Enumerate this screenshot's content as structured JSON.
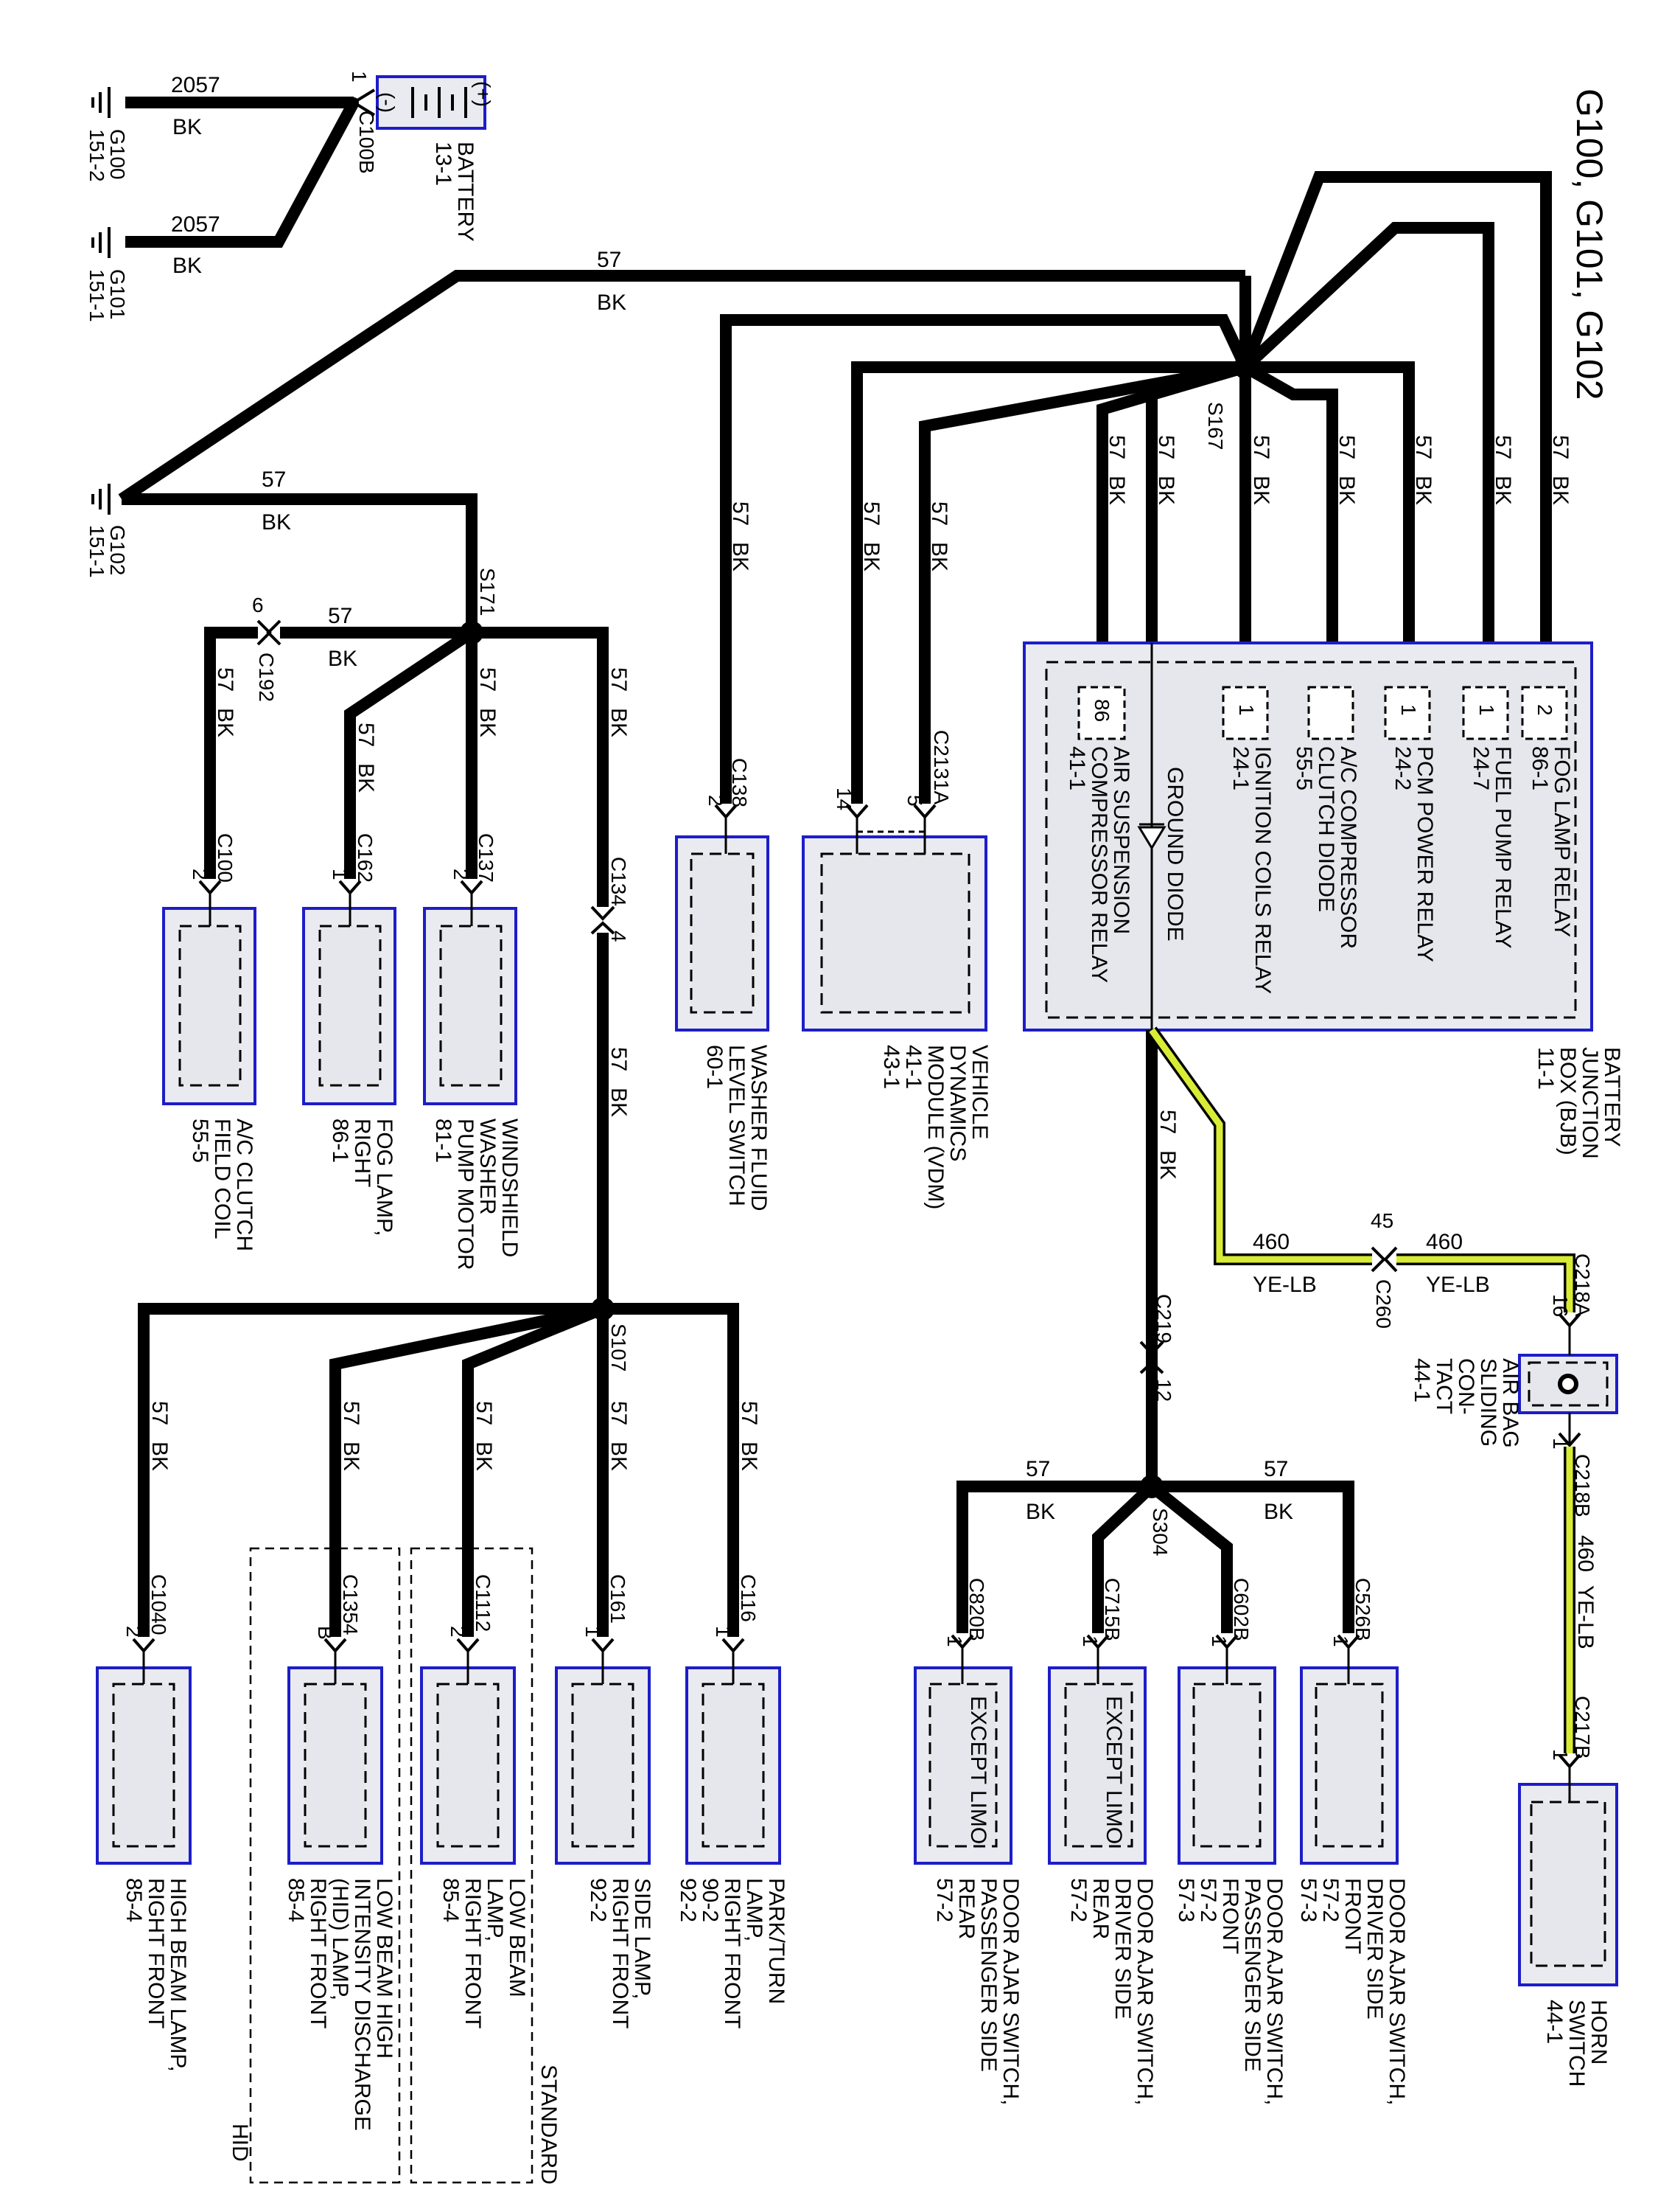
{
  "title": "G100, G101, G102",
  "grounds": [
    {
      "id": "G100",
      "ref": "151-2"
    },
    {
      "id": "G101",
      "ref": "151-1"
    },
    {
      "id": "G102",
      "ref": "151-1"
    }
  ],
  "battery": {
    "name": "BATTERY",
    "ref": "13-1",
    "pin": "1",
    "connector": "C100B",
    "minus": "(-)",
    "plus": "(+)"
  },
  "wires": {
    "w2057": "2057",
    "bk": "BK",
    "w57": "57",
    "w460": "460",
    "yelb": "YE-LB"
  },
  "splices": {
    "s167": "S167",
    "s171": "S171",
    "s107": "S107",
    "s304": "S304"
  },
  "bjb": {
    "name": [
      "BATTERY",
      "JUNCTION",
      "BOX (BJB)",
      "11-1"
    ],
    "items": [
      {
        "pin": "2",
        "label": "FOG LAMP RELAY",
        "ref": "86-1"
      },
      {
        "pin": "1",
        "label": "FUEL PUMP RELAY",
        "ref": "24-7"
      },
      {
        "pin": "1",
        "label": "PCM POWER RELAY",
        "ref": "24-2"
      },
      {
        "pin": "",
        "label": "A/C COMPRESSOR",
        "label2": "CLUTCH DIODE",
        "ref": "55-5"
      },
      {
        "pin": "1",
        "label": "IGNITION COILS RELAY",
        "ref": "24-1"
      },
      {
        "pin": "",
        "label": "GROUND DIODE",
        "ref": ""
      },
      {
        "pin": "86",
        "label": "AIR SUSPENSION",
        "label2": "COMPRESSOR RELAY",
        "ref": "41-1"
      }
    ]
  },
  "components": {
    "vdm": {
      "lines": [
        "VEHICLE",
        "DYNAMICS",
        "MODULE (VDM)",
        "41-1",
        "43-1"
      ],
      "connector": "C2131A",
      "pins": [
        "14",
        "5"
      ]
    },
    "washer_level": {
      "lines": [
        "WASHER FLUID",
        "LEVEL SWITCH",
        "60-1"
      ],
      "connector": "C138",
      "pin": "2"
    },
    "ac_clutch": {
      "lines": [
        "A/C CLUTCH",
        "FIELD COIL",
        "55-5"
      ],
      "connector": "C100",
      "pin": "2"
    },
    "fog_right": {
      "lines": [
        "FOG LAMP,",
        "RIGHT",
        "86-1"
      ],
      "connector": "C162",
      "pin": "1"
    },
    "washer_motor": {
      "lines": [
        "WINDSHIELD",
        "WASHER",
        "PUMP MOTOR",
        "81-1"
      ],
      "connector": "C137",
      "pin": "2"
    },
    "c192": {
      "connector": "C192",
      "pin": "6"
    },
    "c134": {
      "connector": "C134",
      "pin": "4"
    },
    "high_beam": {
      "lines": [
        "HIGH BEAM LAMP,",
        "RIGHT FRONT",
        "85-4"
      ],
      "connector": "C1040",
      "pin": "2"
    },
    "low_beam_hid": {
      "lines": [
        "LOW BEAM HIGH",
        "INTENSITY DISCHARGE",
        "(HID) LAMP,",
        "RIGHT FRONT",
        "85-4"
      ],
      "connector": "C1354",
      "pin": "B"
    },
    "low_beam_std": {
      "lines": [
        "LOW BEAM",
        "LAMP,",
        "RIGHT FRONT",
        "85-4"
      ],
      "connector": "C1112",
      "pin": "2"
    },
    "side_lamp": {
      "lines": [
        "SIDE LAMP,",
        "RIGHT FRONT",
        "92-2"
      ],
      "connector": "C161",
      "pin": "1"
    },
    "park_turn": {
      "lines": [
        "PARK/TURN",
        "LAMP,",
        "RIGHT FRONT",
        "90-2",
        "92-2"
      ],
      "connector": "C116",
      "pin": "1"
    },
    "door_pass_rear": {
      "lines": [
        "DOOR AJAR SWITCH,",
        "PASSENGER SIDE",
        "REAR",
        "57-2"
      ],
      "connector": "C820B",
      "pin": "1",
      "note": "EXCEPT LIMO"
    },
    "door_drv_rear": {
      "lines": [
        "DOOR AJAR SWITCH,",
        "DRIVER SIDE",
        "REAR",
        "57-2"
      ],
      "connector": "C715B",
      "pin": "1",
      "note": "EXCEPT LIMO"
    },
    "door_pass_front": {
      "lines": [
        "DOOR AJAR SWITCH,",
        "PASSENGER SIDE",
        "FRONT",
        "57-2",
        "57-3"
      ],
      "connector": "C602B",
      "pin": "1"
    },
    "door_drv_front": {
      "lines": [
        "DOOR AJAR SWITCH,",
        "DRIVER SIDE",
        "FRONT",
        "57-2",
        "57-3"
      ],
      "connector": "C526B",
      "pin": "1"
    },
    "c219": {
      "connector": "C219",
      "pin": "12"
    },
    "c260": {
      "connector": "C260",
      "pin": "45"
    },
    "airbag": {
      "lines": [
        "AIR BAG",
        "SLIDING",
        "CON-",
        "TACT",
        "44-1"
      ],
      "conn_a": "C218A",
      "pin_a": "16",
      "conn_b": "C218B",
      "pin_b": "1"
    },
    "horn": {
      "lines": [
        "HORN",
        "SWITCH",
        "44-1"
      ],
      "connector": "C217B",
      "pin": "1"
    }
  },
  "groups": {
    "hid": "HID",
    "standard": "STANDARD"
  }
}
